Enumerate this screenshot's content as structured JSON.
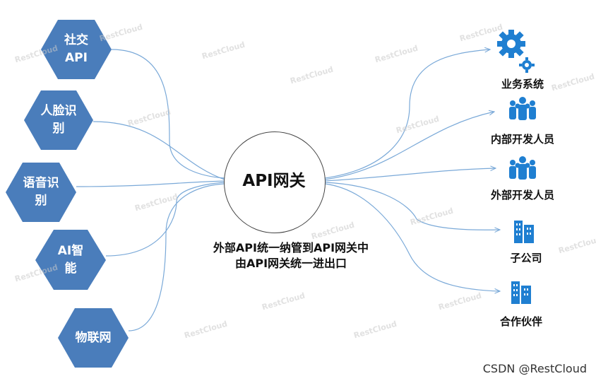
{
  "left_nodes": [
    {
      "label": "社交\nAPI"
    },
    {
      "label": "人脸识\n别"
    },
    {
      "label": "语音识\n别"
    },
    {
      "label": "AI智\n能"
    },
    {
      "label": "物联网"
    }
  ],
  "center": {
    "title": "API网关",
    "desc_line1": "外部API统一纳管到API网关中",
    "desc_line2": "由API网关统一进出口"
  },
  "right_nodes": [
    {
      "label": "业务系统",
      "icon": "gear-icon"
    },
    {
      "label": "内部开发人员",
      "icon": "people-icon"
    },
    {
      "label": "外部开发人员",
      "icon": "people-icon"
    },
    {
      "label": "子公司",
      "icon": "building-icon"
    },
    {
      "label": "合作伙伴",
      "icon": "building-icon"
    }
  ],
  "watermark": "RestCloud",
  "footer": "CSDN @RestCloud",
  "colors": {
    "hex": "#4a7dbb",
    "line": "#7aa9d8",
    "icon": "#1f7fd1"
  }
}
